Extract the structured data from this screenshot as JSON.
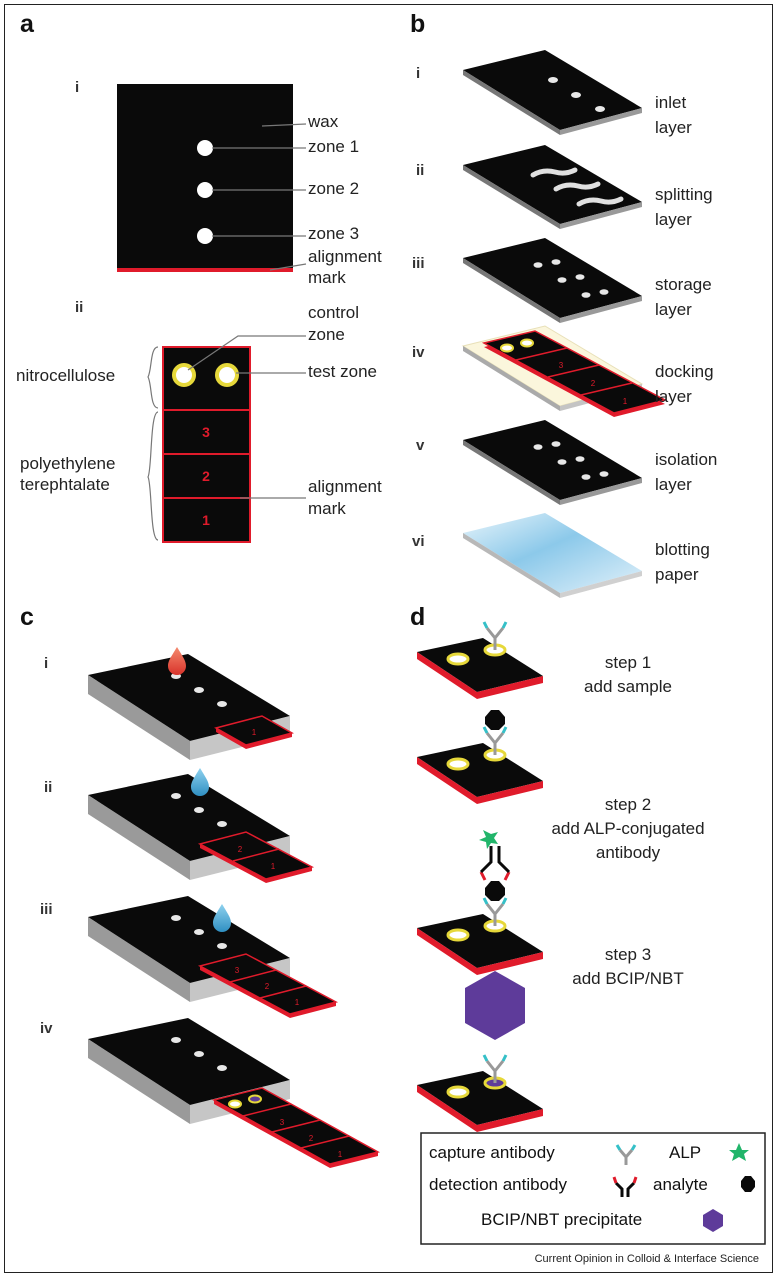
{
  "figure": {
    "credit": "Current Opinion in Colloid & Interface Science",
    "colors": {
      "black": "#0a0a0a",
      "red": "#e01b2b",
      "yellow_ring": "#e6d83a",
      "blue_drop": "#4aa9d8",
      "red_drop": "#e8453a",
      "purple": "#5e3b9a",
      "green_star": "#21b56a",
      "cyan_antibody": "#35c0c8"
    }
  },
  "panel_a": {
    "letter": "a",
    "sub_i": "i",
    "sub_ii": "ii",
    "wax": "wax",
    "zone1": "zone 1",
    "zone2": "zone 2",
    "zone3": "zone 3",
    "alignment_mark_top_1": "alignment",
    "alignment_mark_top_2": "mark",
    "control_zone_1": "control",
    "control_zone_2": "zone",
    "test_zone": "test zone",
    "nitrocellulose": "nitrocellulose",
    "polyethylene_1": "polyethylene",
    "polyethylene_2": "terephtalate",
    "alignment_mark_bottom_1": "alignment",
    "alignment_mark_bottom_2": "mark",
    "strip_numbers": [
      "3",
      "2",
      "1"
    ]
  },
  "panel_b": {
    "letter": "b",
    "layers": [
      {
        "roman": "i",
        "line1": "inlet",
        "line2": "layer"
      },
      {
        "roman": "ii",
        "line1": "splitting",
        "line2": "layer"
      },
      {
        "roman": "iii",
        "line1": "storage",
        "line2": "layer"
      },
      {
        "roman": "iv",
        "line1": "docking",
        "line2": "layer"
      },
      {
        "roman": "v",
        "line1": "isolation",
        "line2": "layer"
      },
      {
        "roman": "vi",
        "line1": "blotting",
        "line2": "paper"
      }
    ],
    "strip_numbers": [
      "3",
      "2",
      "1"
    ]
  },
  "panel_c": {
    "letter": "c",
    "romans": [
      "i",
      "ii",
      "iii",
      "iv"
    ],
    "strip_numbers": [
      "3",
      "2",
      "1"
    ]
  },
  "panel_d": {
    "letter": "d",
    "step1_title": "step 1",
    "step1_desc": "add sample",
    "step2_title": "step 2",
    "step2_desc1": "add ALP-conjugated",
    "step2_desc2": "antibody",
    "step3_title": "step 3",
    "step3_desc": "add BCIP/NBT"
  },
  "legend": {
    "capture_antibody": "capture antibody",
    "alp": "ALP",
    "detection_antibody": "detection antibody",
    "analyte": "analyte",
    "precipitate": "BCIP/NBT precipitate"
  }
}
